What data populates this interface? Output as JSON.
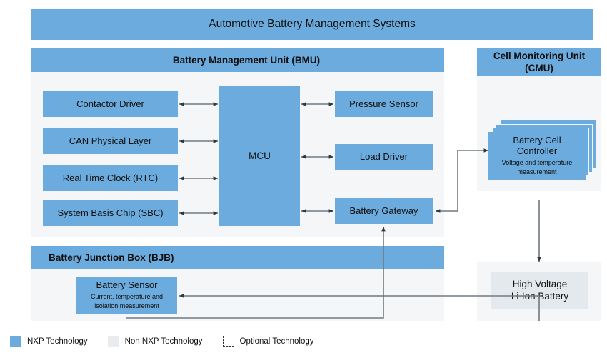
{
  "diagram": {
    "title": "Automotive Battery Management Systems",
    "colors": {
      "nxp_blue": "#6cabdd",
      "panel_gray": "#f5f6f7",
      "non_nxp_gray": "#e3e9ec",
      "connector": "#707a80",
      "text": "#111111"
    }
  },
  "bmu": {
    "header": "Battery Management Unit (BMU)",
    "left_blocks": [
      {
        "label": "Contactor Driver"
      },
      {
        "label": "CAN Physical Layer"
      },
      {
        "label": "Real Time Clock (RTC)"
      },
      {
        "label": "System Basis Chip (SBC)"
      }
    ],
    "mcu": {
      "label": "MCU"
    },
    "right_blocks": [
      {
        "label": "Pressure Sensor"
      },
      {
        "label": "Load Driver"
      },
      {
        "label": "Battery Gateway"
      }
    ]
  },
  "bjb": {
    "header": "Battery Junction Box (BJB)",
    "sensor": {
      "label": "Battery Sensor",
      "sublabel_line1": "Current, temperature and",
      "sublabel_line2": "isolation measurement"
    }
  },
  "cmu": {
    "header_line1": "Cell Monitoring Unit",
    "header_line2": "(CMU)",
    "controller": {
      "label_line1": "Battery Cell",
      "label_line2": "Controller",
      "sublabel_line1": "Voltage and temperature",
      "sublabel_line2": "measurement"
    }
  },
  "battery": {
    "label_line1": "High Voltage",
    "label_line2": "Li-Ion Battery"
  },
  "legend": {
    "items": [
      {
        "label": "NXP Technology",
        "swatch": "filled-blue-swatch"
      },
      {
        "label": "Non NXP Technology",
        "swatch": "filled-gray-swatch"
      },
      {
        "label": "Optional Technology",
        "swatch": "dashed-outline-swatch"
      }
    ]
  }
}
